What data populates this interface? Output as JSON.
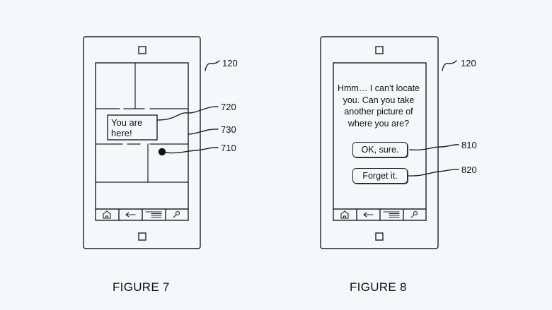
{
  "figure7": {
    "caption": "FIGURE 7",
    "bubble_text": "You are\nhere!",
    "refs": {
      "device": "120",
      "bubble": "720",
      "map": "730",
      "marker": "710"
    }
  },
  "figure8": {
    "caption": "FIGURE 8",
    "message": "Hmm… I can’t locate you.  Can you take another picture of where you are?",
    "buttons": {
      "ok": "OK, sure.",
      "forget": "Forget it."
    },
    "refs": {
      "device": "120",
      "ok_button": "810",
      "forget_button": "820"
    }
  },
  "nav_icons": [
    "home-icon",
    "back-arrow-icon",
    "menu-icon",
    "search-icon"
  ]
}
